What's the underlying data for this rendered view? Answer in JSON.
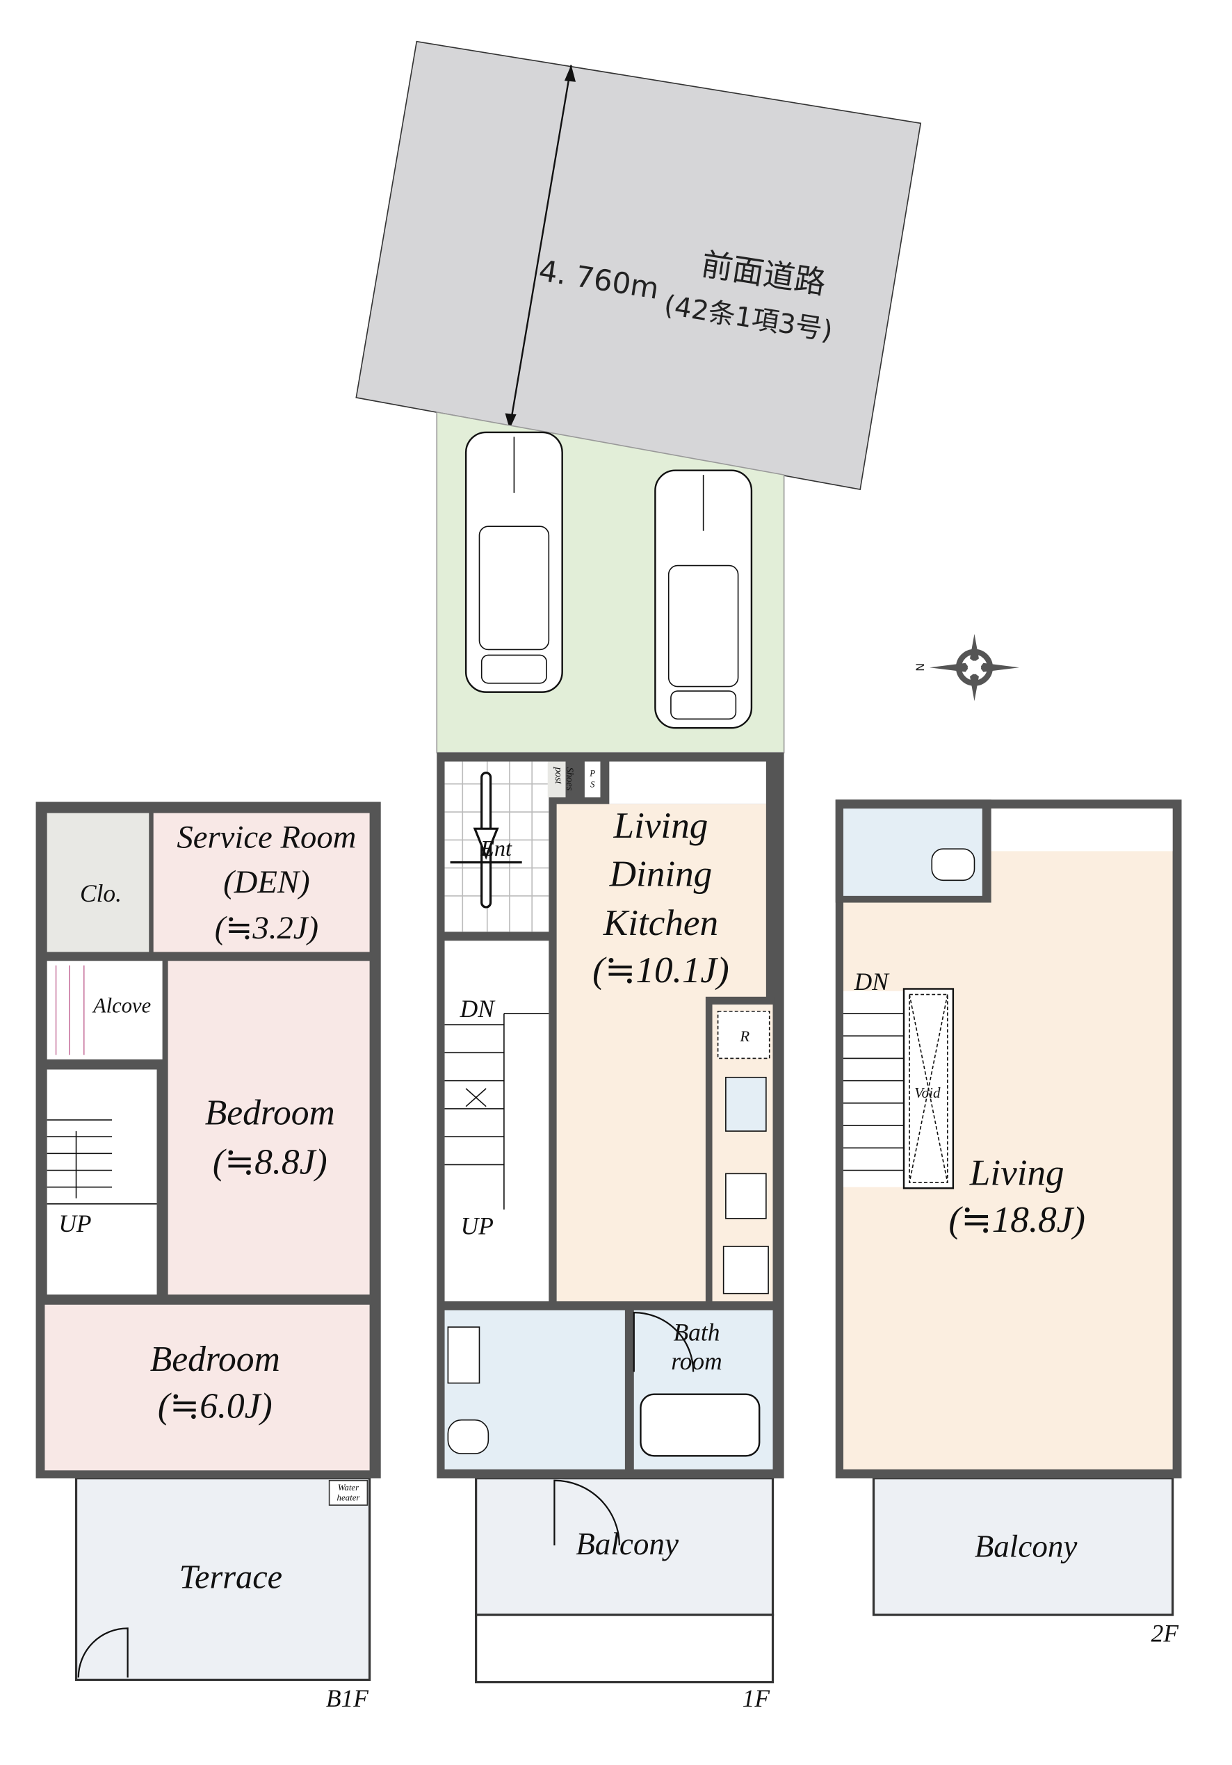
{
  "road": {
    "width_label": "4. 760m",
    "name": "前面道路",
    "type": "(42条1項3号)"
  },
  "compass": {
    "north_label": "N"
  },
  "floors": {
    "b1f": {
      "label": "B1F",
      "rooms": {
        "clo": "Clo.",
        "service_room": [
          "Service Room",
          "(DEN)",
          "(≒3.2J)"
        ],
        "alcove": "Alcove",
        "bedroom_large": [
          "Bedroom",
          "(≒8.8J)"
        ],
        "stairs": "UP",
        "bedroom_small": [
          "Bedroom",
          "(≒6.0J)"
        ],
        "water_heater": [
          "Water",
          "heater"
        ],
        "terrace": "Terrace"
      }
    },
    "f1": {
      "label": "1F",
      "rooms": {
        "entrance": "Ent",
        "shoes": [
          "Shoes",
          "post"
        ],
        "ps": [
          "P",
          "S"
        ],
        "ldk": [
          "Living",
          "Dining",
          "Kitchen",
          "(≒10.1J)"
        ],
        "stairs_dn": "DN",
        "stairs_up": "UP",
        "fridge": "R",
        "bathroom": [
          "Bath",
          "room"
        ],
        "balcony": "Balcony"
      }
    },
    "f2": {
      "label": "2F",
      "rooms": {
        "stairs_dn": "DN",
        "void": "Void",
        "living": [
          "Living",
          "(≒18.8J)"
        ],
        "balcony": "Balcony"
      }
    }
  },
  "colors": {
    "wall": "#555555",
    "road": "#d6d6d8",
    "parking": "#e2eed8",
    "pink": "#f8e8e6",
    "peach": "#fbeee0",
    "blue": "#e4eef5",
    "closet": "#e8e8e4",
    "terrace": "#edf0f4"
  }
}
